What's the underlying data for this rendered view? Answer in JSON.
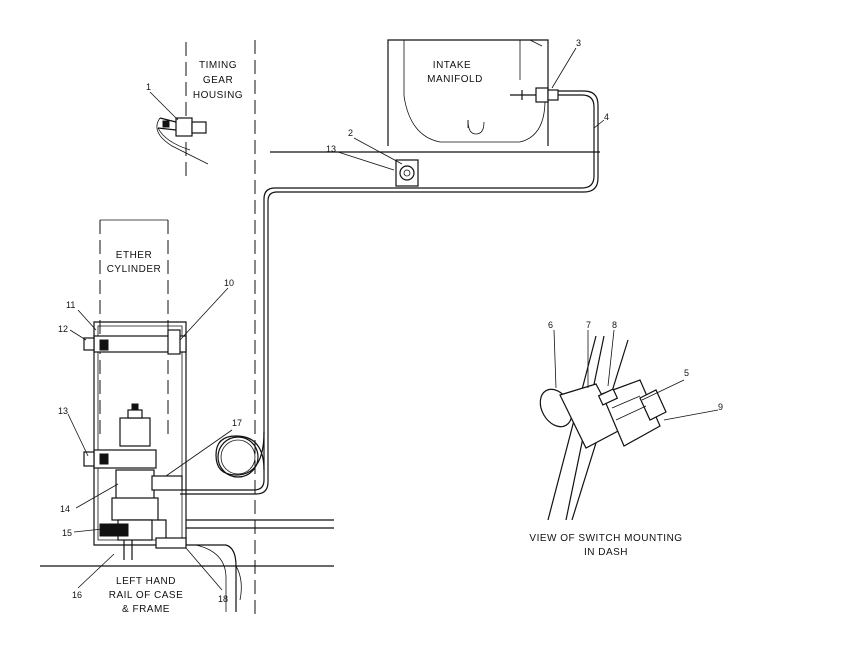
{
  "labels": {
    "timing_gear_1": "TIMING",
    "timing_gear_2": "GEAR",
    "timing_gear_3": "HOUSING",
    "intake_1": "INTAKE",
    "intake_2": "MANIFOLD",
    "ether_1": "ETHER",
    "ether_2": "CYLINDER",
    "rail_1": "LEFT HAND",
    "rail_2": "RAIL OF CASE",
    "rail_3": "& FRAME",
    "view_1": "VIEW OF SWITCH MOUNTING",
    "view_2": "IN DASH"
  },
  "callouts": {
    "c1": "1",
    "c2": "2",
    "c3": "3",
    "c4": "4",
    "c5": "5",
    "c6": "6",
    "c7": "7",
    "c8": "8",
    "c9": "9",
    "c10": "10",
    "c11": "11",
    "c12": "12",
    "c13a": "13",
    "c13b": "13",
    "c14": "14",
    "c15": "15",
    "c16": "16",
    "c17": "17",
    "c18": "18"
  }
}
